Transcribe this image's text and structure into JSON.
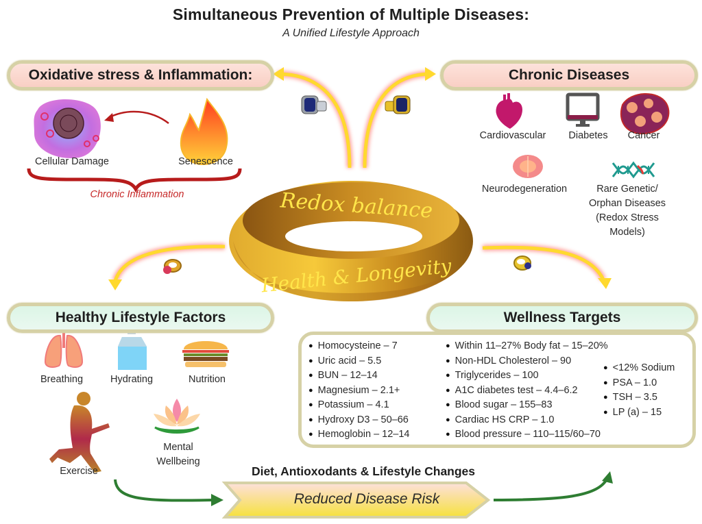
{
  "header": {
    "title": "Simultaneous Prevention of Multiple Diseases:",
    "subtitle": "A Unified Lifestyle Approach"
  },
  "oxidative": {
    "heading": "Oxidative stress & Inflammation:",
    "items": [
      {
        "label": "Cellular Damage",
        "icon": "cell-icon"
      },
      {
        "label": "Senescence",
        "icon": "flame-icon"
      }
    ],
    "bracket_label": "Chronic Inflammation"
  },
  "chronic": {
    "heading": "Chronic Diseases",
    "items": [
      {
        "label": "Cardiovascular",
        "icon": "heart-icon"
      },
      {
        "label": "Diabetes",
        "icon": "monitor-icon"
      },
      {
        "label": "Cancer",
        "icon": "cancer-cell-icon"
      },
      {
        "label": "Neurodegeneration",
        "icon": "brain-icon"
      },
      {
        "label": "Rare Genetic/\nOrphan Diseases\n(Redox Stress\nModels)",
        "icon": "dna-icon"
      }
    ]
  },
  "center": {
    "ring_top_text": "Redox balance",
    "ring_bottom_text": "Health & Longevity",
    "ring_color": "#d9a22a"
  },
  "lifestyle": {
    "heading": "Healthy Lifestyle Factors",
    "items": [
      {
        "label": "Breathing",
        "icon": "lungs-icon"
      },
      {
        "label": "Hydrating",
        "icon": "water-jug-icon"
      },
      {
        "label": "Nutrition",
        "icon": "burger-icon"
      },
      {
        "label": "Exercise",
        "icon": "runner-icon"
      },
      {
        "label": "Mental\nWellbeing",
        "icon": "lotus-icon"
      }
    ]
  },
  "wellness": {
    "heading": "Wellness Targets",
    "col1": [
      "Homocysteine – 7",
      "Uric acid – 5.5",
      "BUN – 12–14",
      "Magnesium – 2.1+",
      "Potassium – 4.1",
      "Hydroxy D3 – 50–66",
      "Hemoglobin – 12–14"
    ],
    "col2": [
      "Within 11–27% Body fat – 15–20%",
      "Non-HDL Cholesterol – 90",
      "Triglycerides – 100",
      "A1C diabetes test – 4.4–6.2",
      "Blood sugar – 155–83",
      "Cardiac HS CRP – 1.0",
      "Blood pressure – 110–115/60–70"
    ],
    "col3": [
      "<12% Sodium",
      "PSA – 1.0",
      "TSH – 3.5",
      "LP (a) – 15"
    ]
  },
  "footer": {
    "caption": "Diet, Antioxodants & Lifestyle Changes",
    "banner": "Reduced Disease Risk"
  },
  "colors": {
    "pink_banner": "#f9d3c8",
    "green_banner": "#dcf6e6",
    "banner_border": "#d6d1a6",
    "gold": "#d9a22a",
    "arrow_yellow": "#ffd92e",
    "arrow_glow": "#ff8a80",
    "inflammation_red": "#b71c1c",
    "green_arrow": "#2e7d32"
  }
}
